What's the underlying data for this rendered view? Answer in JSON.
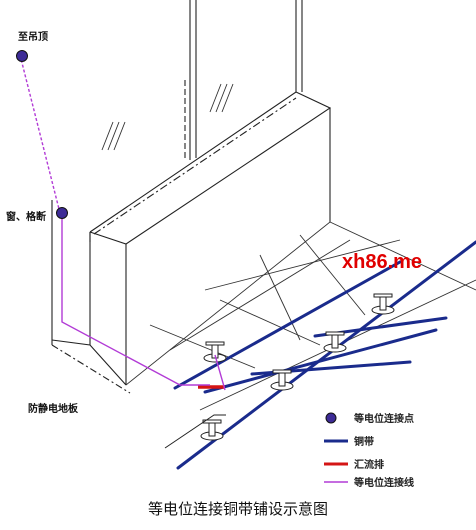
{
  "labels": {
    "ceiling": "至吊顶",
    "window": "窗、格断",
    "floor": "防静电地板"
  },
  "watermark": "xh86.me",
  "legend": [
    {
      "key": "point",
      "text": "等电位连接点",
      "color": "#3d2b96"
    },
    {
      "key": "strip",
      "text": "铜带",
      "color": "#1a2b8c"
    },
    {
      "key": "busbar",
      "text": "汇流排",
      "color": "#d41515"
    },
    {
      "key": "line",
      "text": "等电位连接线",
      "color": "#b23bd6"
    }
  ],
  "caption": "等电位连接铜带铺设示意图",
  "colors": {
    "strip": "#1a2b8c",
    "busbar": "#d41515",
    "bond_line": "#b23bd6",
    "point": "#3d2b96",
    "structure": "#222222"
  }
}
